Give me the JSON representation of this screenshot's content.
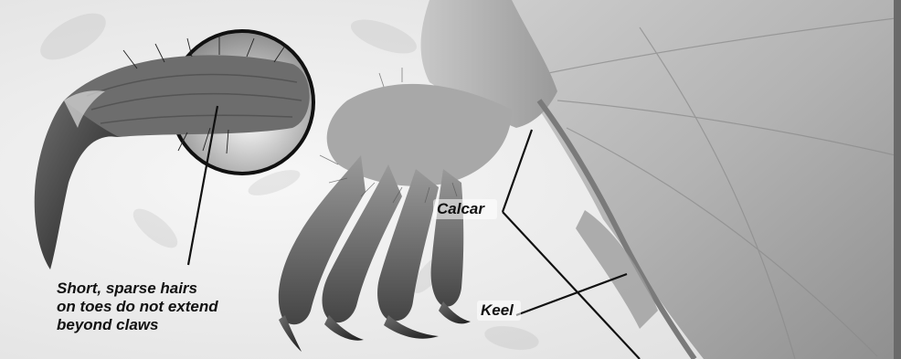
{
  "labels": {
    "calcar": "Calcar",
    "keel": "Keel",
    "hairs": "Short, sparse hairs\non toes do not extend\nbeyond claws"
  },
  "colors": {
    "line": "#111111",
    "background": "#f2f2f2",
    "wing_membrane": "#a9a9a9",
    "claw": "#2a2a2a"
  }
}
